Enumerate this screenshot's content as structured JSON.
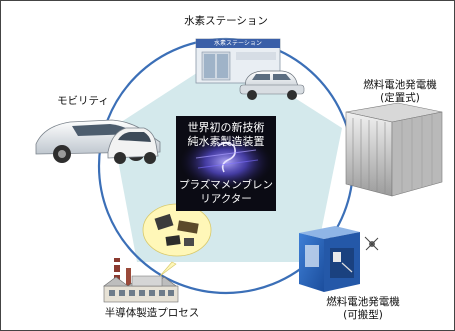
{
  "hub": {
    "title_line1": "世界初の新技術",
    "title_line2": "純水素製造装置",
    "device_line1": "プラズマメンブレン",
    "device_line2": "リアクター"
  },
  "nodes": {
    "station": {
      "label": "水素ステーション",
      "sign": "水素ステーション"
    },
    "stationary": {
      "label_line1": "燃料電池発電機",
      "label_line2": "(定置式)"
    },
    "portable": {
      "label_line1": "燃料電池発電機",
      "label_line2": "(可搬型)"
    },
    "semiconductor": {
      "label": "半導体製造プロセス"
    },
    "mobility": {
      "label": "モビリティ"
    }
  },
  "colors": {
    "circle": "#3b6fb7",
    "pentagon": "#cfe7ea",
    "hub_bg": "#0b0b14",
    "glow": "#8a7cff",
    "bubble": "#fff7b8"
  }
}
